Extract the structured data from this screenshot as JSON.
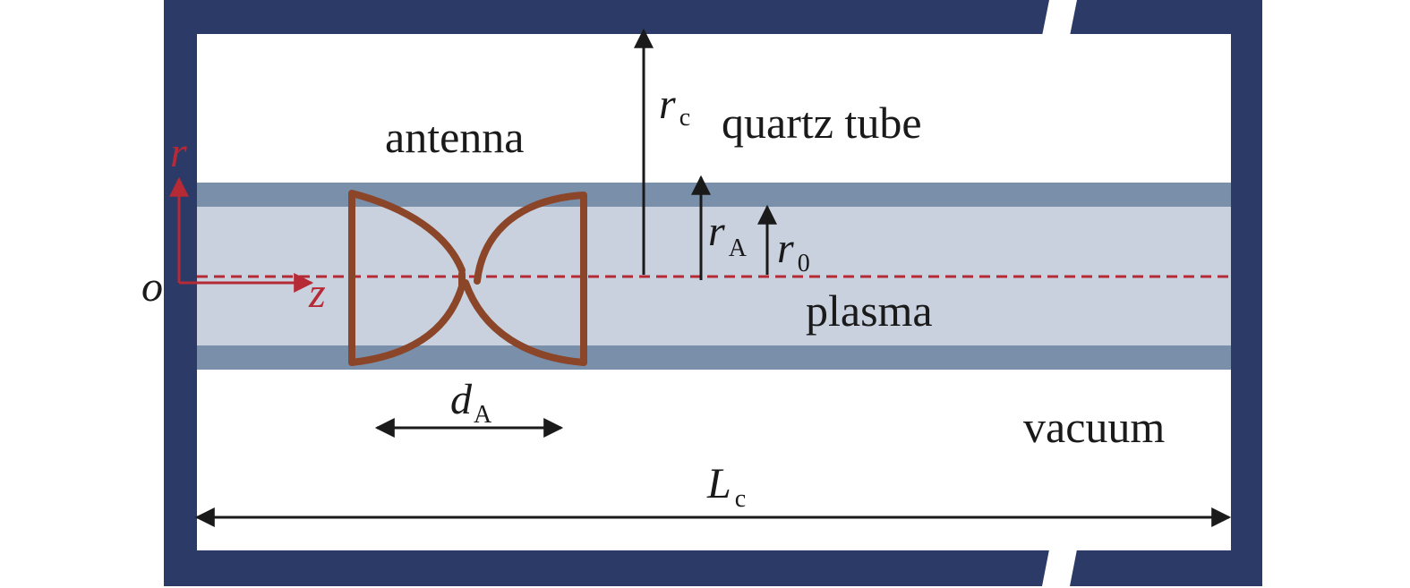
{
  "labels": {
    "antenna": "antenna",
    "quartz_tube": "quartz tube",
    "plasma": "plasma",
    "vacuum": "vacuum"
  },
  "axes": {
    "r": "r",
    "z": "z",
    "origin": "o"
  },
  "dimensions": {
    "rc_main": "r",
    "rc_sub": "c",
    "rA_main": "r",
    "rA_sub": "A",
    "r0_main": "r",
    "r0_sub": "0",
    "dA_main": "d",
    "dA_sub": "A",
    "Lc_main": "L",
    "Lc_sub": "c"
  },
  "colors": {
    "wall": "#2b3a66",
    "tube": "#7a8faa",
    "plasma": "#c9d1df",
    "antenna": "#8b4528",
    "axis": "#b52a35",
    "arrow": "#1a1a1a",
    "background": "#ffffff"
  }
}
